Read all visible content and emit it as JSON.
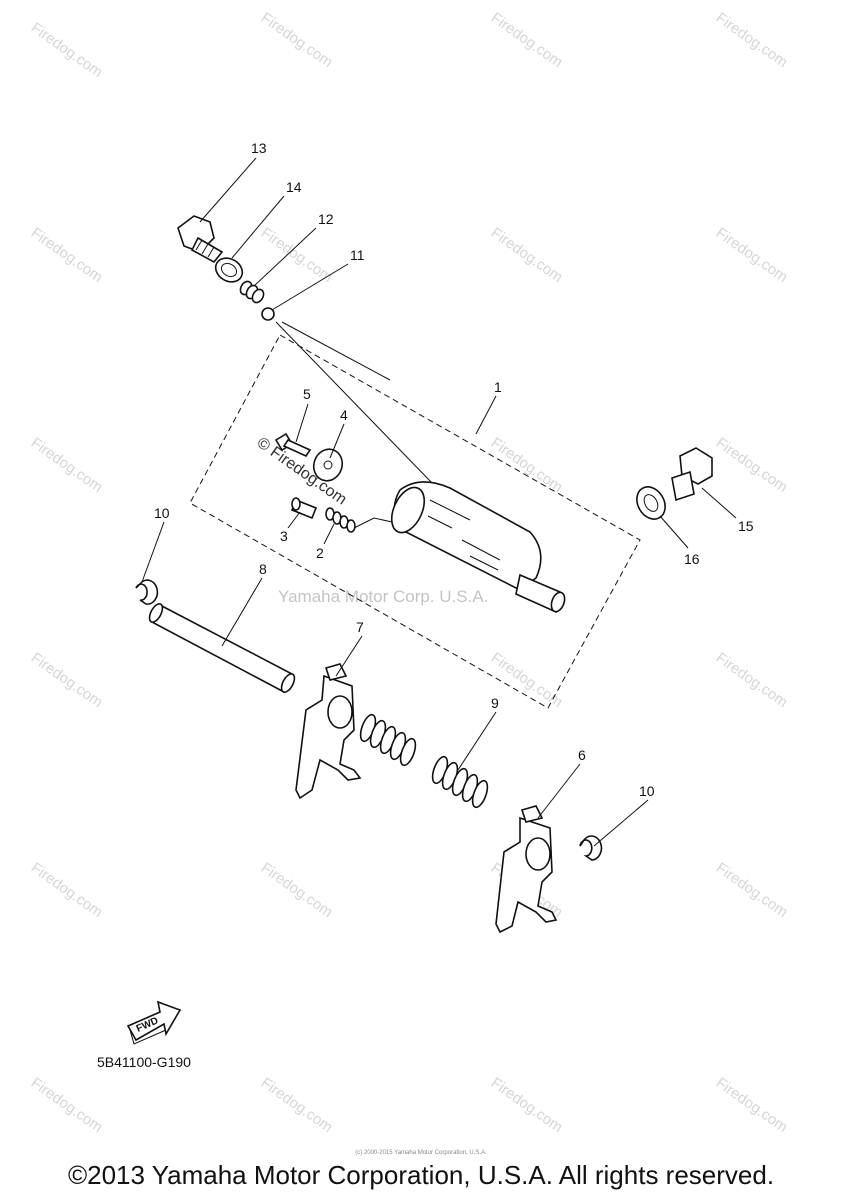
{
  "watermark": {
    "text": "Firedog.com"
  },
  "center_watermark": {
    "text": "Yamaha Motor Corp. U.S.A.",
    "color": "#c8c8c8"
  },
  "diagram_watermark": {
    "text": "© Firedog.com"
  },
  "callouts": [
    "13",
    "14",
    "12",
    "11",
    "5",
    "4",
    "1",
    "10",
    "3",
    "2",
    "8",
    "7",
    "9",
    "6",
    "10",
    "15",
    "16"
  ],
  "fwd_badge": {
    "text": "FWD"
  },
  "part_code": "5B41100-G190",
  "fine_print": "(c) 2000-2015 Yamaha Motor Corporation, U.S.A.",
  "copyright": "©2013 Yamaha Motor Corporation, U.S.A. All rights reserved."
}
